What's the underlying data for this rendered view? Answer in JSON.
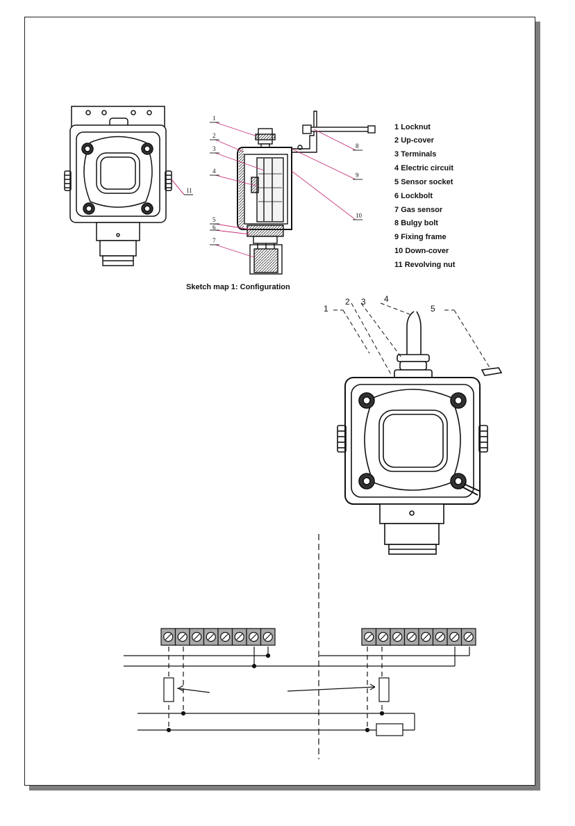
{
  "sketch1": {
    "caption": "Sketch map 1: Configuration",
    "side_callout": "11",
    "section_callouts": [
      "1",
      "2",
      "3",
      "4",
      "5",
      "6",
      "7",
      "8",
      "9",
      "10"
    ],
    "legend": [
      {
        "num": "1",
        "label": "Locknut"
      },
      {
        "num": "2",
        "label": "Up-cover"
      },
      {
        "num": "3",
        "label": "Terminals"
      },
      {
        "num": "4",
        "label": "Electric circuit"
      },
      {
        "num": "5",
        "label": "Sensor socket"
      },
      {
        "num": "6",
        "label": "Lockbolt"
      },
      {
        "num": "7",
        "label": "Gas sensor"
      },
      {
        "num": "8",
        "label": "Bulgy bolt"
      },
      {
        "num": "9",
        "label": "Fixing frame"
      },
      {
        "num": "10",
        "label": "Down-cover"
      },
      {
        "num": "11",
        "label": "Revolving nut"
      }
    ]
  },
  "sketch2": {
    "callouts": [
      "1",
      "2",
      "3",
      "4",
      "5"
    ]
  },
  "colors": {
    "line": "#111111",
    "terminal_fill": "#a8a8a8",
    "shadow": "#7d7d7d"
  }
}
